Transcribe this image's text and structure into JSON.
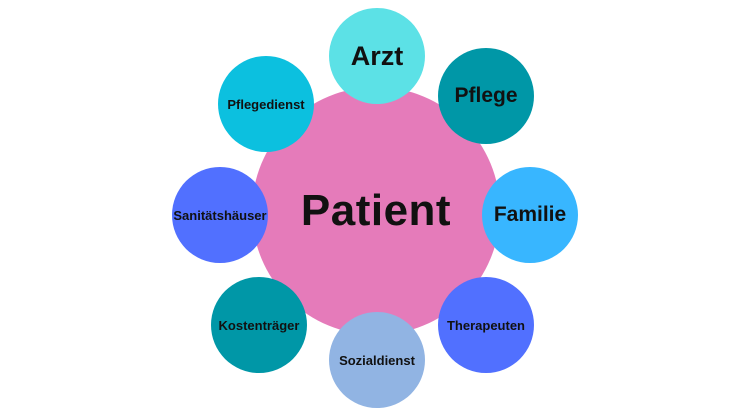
{
  "center": {
    "label": "Patient",
    "color": "#E57BBA"
  },
  "nodes": [
    {
      "id": "arzt",
      "label": "Arzt",
      "color": "#5CE1E6"
    },
    {
      "id": "pflege",
      "label": "Pflege",
      "color": "#0097A7"
    },
    {
      "id": "familie",
      "label": "Familie",
      "color": "#38B6FF"
    },
    {
      "id": "therapeuten",
      "label": "Therapeuten",
      "color": "#5170FF"
    },
    {
      "id": "sozialdienst",
      "label": "Sozialdienst",
      "color": "#91B4E3"
    },
    {
      "id": "kostentraeger",
      "label": "Kostenträger",
      "color": "#0097A7"
    },
    {
      "id": "sanitaetshaeuser",
      "label": "Sanitätshäuser",
      "color": "#5170FF"
    },
    {
      "id": "pflegedienst",
      "label": "Pflegedienst",
      "color": "#0CC0DF"
    }
  ]
}
